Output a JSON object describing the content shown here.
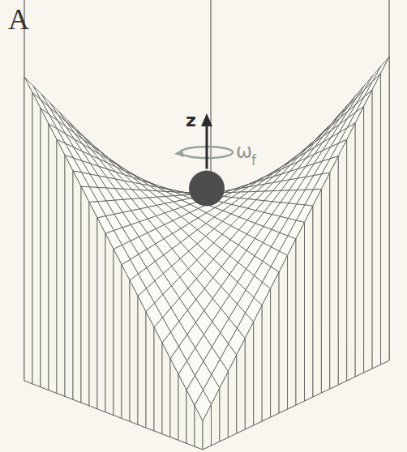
{
  "diagram": {
    "labels": [
      "A",
      "z",
      "ω",
      "f"
    ]
  }
}
